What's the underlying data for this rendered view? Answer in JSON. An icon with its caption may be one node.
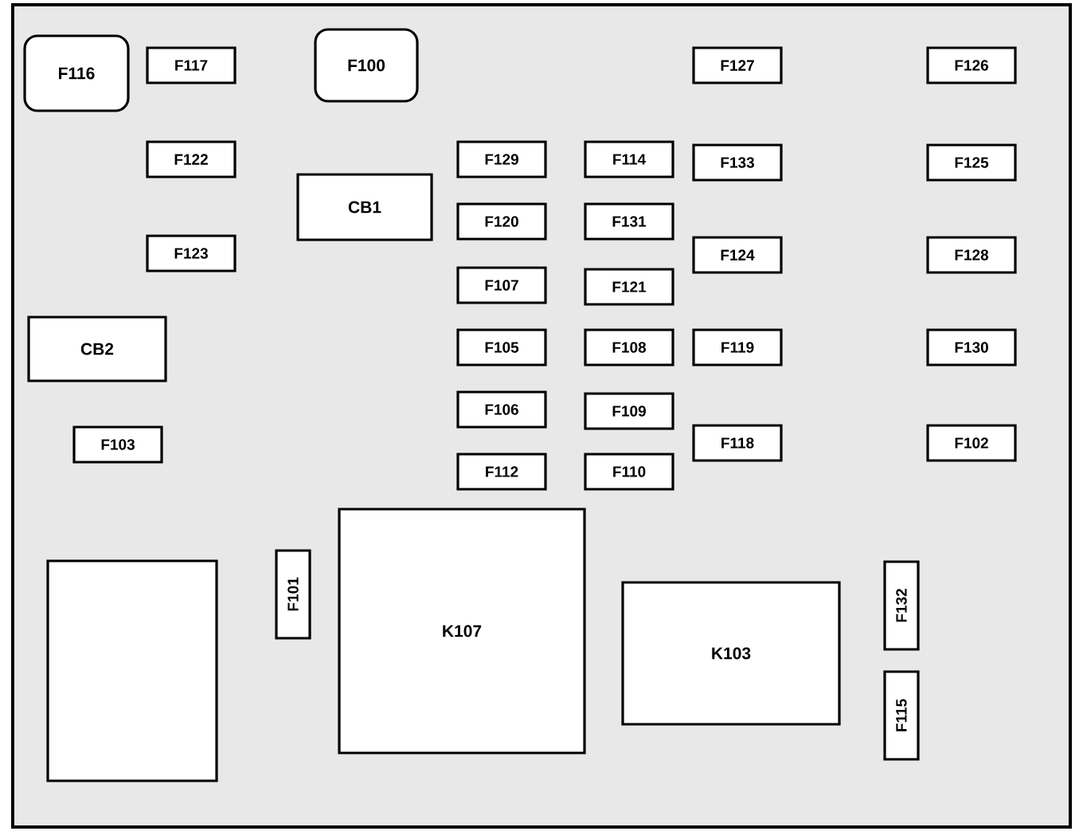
{
  "diagram": {
    "nodes": [
      {
        "text": [],
        "shape": "box"
      },
      {
        "text": [
          "F116"
        ],
        "in": 0
      },
      {
        "text": [
          "F117"
        ],
        "in": 0
      },
      {
        "text": [
          "F100"
        ],
        "in": 0
      },
      {
        "text": [
          "F127"
        ],
        "in": 0
      },
      {
        "text": [
          "F126"
        ],
        "in": 0
      },
      {
        "text": [
          "F122"
        ],
        "in": 0
      },
      {
        "text": [
          "F129"
        ],
        "in": 0
      },
      {
        "text": [
          "F114"
        ],
        "in": 0
      },
      {
        "text": [
          "F133"
        ],
        "in": 0
      },
      {
        "text": [
          "F125"
        ],
        "in": 0
      },
      {
        "text": [
          "CB1"
        ],
        "in": 0
      },
      {
        "text": [
          "F120"
        ],
        "in": 0
      },
      {
        "text": [
          "F131"
        ],
        "in": 0
      },
      {
        "text": [
          "F123"
        ],
        "in": 0
      },
      {
        "text": [
          "F124"
        ],
        "in": 0
      },
      {
        "text": [
          "F128"
        ],
        "in": 0
      },
      {
        "text": [
          "F107"
        ],
        "in": 0
      },
      {
        "text": [
          "F121"
        ],
        "in": 0
      },
      {
        "text": [
          "CB2"
        ],
        "in": 0
      },
      {
        "text": [
          "F105"
        ],
        "in": 0
      },
      {
        "text": [
          "F108"
        ],
        "in": 0
      },
      {
        "text": [
          "F119"
        ],
        "in": 0
      },
      {
        "text": [
          "F130"
        ],
        "in": 0
      },
      {
        "text": [
          "F106"
        ],
        "in": 0
      },
      {
        "text": [
          "F109"
        ],
        "in": 0
      },
      {
        "text": [
          "F103"
        ],
        "in": 0
      },
      {
        "text": [
          "F118"
        ],
        "in": 0
      },
      {
        "text": [
          "F102"
        ],
        "in": 0
      },
      {
        "text": [
          "F112"
        ],
        "in": 0
      },
      {
        "text": [
          "F110"
        ],
        "in": 0
      },
      {
        "text": [
          "K107"
        ],
        "in": 0
      },
      {
        "text": [
          "F101"
        ],
        "in": 0
      },
      {
        "text": [],
        "shape": "box",
        "in": 0
      },
      {
        "text": [
          "K103"
        ],
        "in": 0
      },
      {
        "text": [
          "F132"
        ],
        "in": 0
      },
      {
        "text": [
          "F115"
        ],
        "in": 0
      }
    ]
  }
}
